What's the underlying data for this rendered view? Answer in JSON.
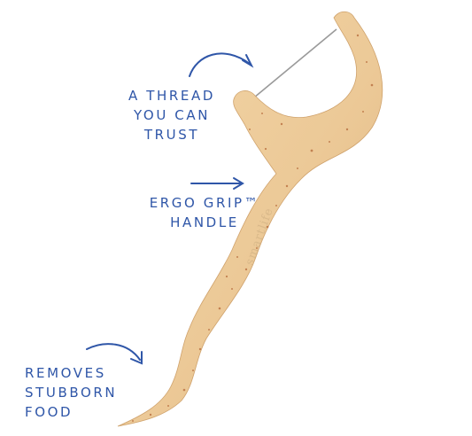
{
  "image": {
    "subject": "floss pick",
    "brand_mark": "smartlife",
    "colors": {
      "pick_body": "#ecc997",
      "pick_shadow": "#d9b17c",
      "speckle": "#b56a3a",
      "floss_thread": "#9a9a9a",
      "callout_text": "#2f56a8",
      "arrow": "#2f56a8",
      "background": "#ffffff"
    }
  },
  "callouts": {
    "thread": {
      "line1": "A THREAD",
      "line2": "YOU CAN",
      "line3": "TRUST",
      "arrow_icon": "curved-arrow-right-icon"
    },
    "grip": {
      "line1": "ERGO GRIP™",
      "line2": "HANDLE",
      "arrow_icon": "straight-arrow-right-icon"
    },
    "food": {
      "line1": "REMOVES",
      "line2": "STUBBORN",
      "line3": "FOOD",
      "arrow_icon": "curved-arrow-right-icon"
    }
  }
}
